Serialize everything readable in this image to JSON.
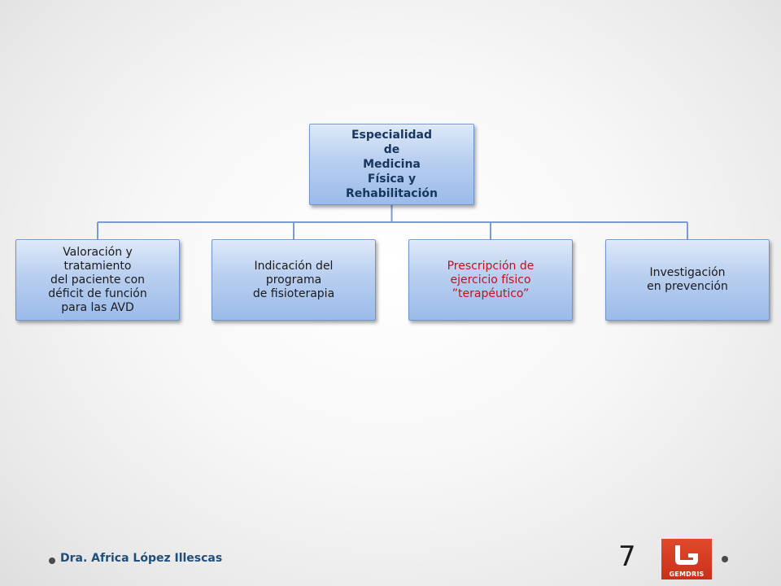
{
  "diagram": {
    "root": {
      "lines": [
        "Especialidad",
        "de",
        "Medicina",
        "Física y",
        "Rehabilitación"
      ]
    },
    "children": [
      {
        "lines": [
          "Valoración y",
          "tratamiento",
          "del paciente con",
          "déficit de función",
          "para las AVD"
        ]
      },
      {
        "lines": [
          "Indicación del",
          "programa",
          "de fisioterapia"
        ]
      },
      {
        "lines": [
          "Prescripción de",
          "ejercicio físico",
          "”terapéutico”"
        ]
      },
      {
        "lines": [
          "Investigación",
          "en prevención"
        ]
      }
    ]
  },
  "footer": {
    "author": "Dra. Africa López Illescas",
    "page_number": "7"
  },
  "logo": {
    "text": "GEMDRIS"
  },
  "colors": {
    "root_text": "#17365d",
    "child_text": "#1a1a1a",
    "highlight_text": "#c0121c",
    "connector": "#7a9ccc",
    "logo_bg": "#c9301a"
  }
}
